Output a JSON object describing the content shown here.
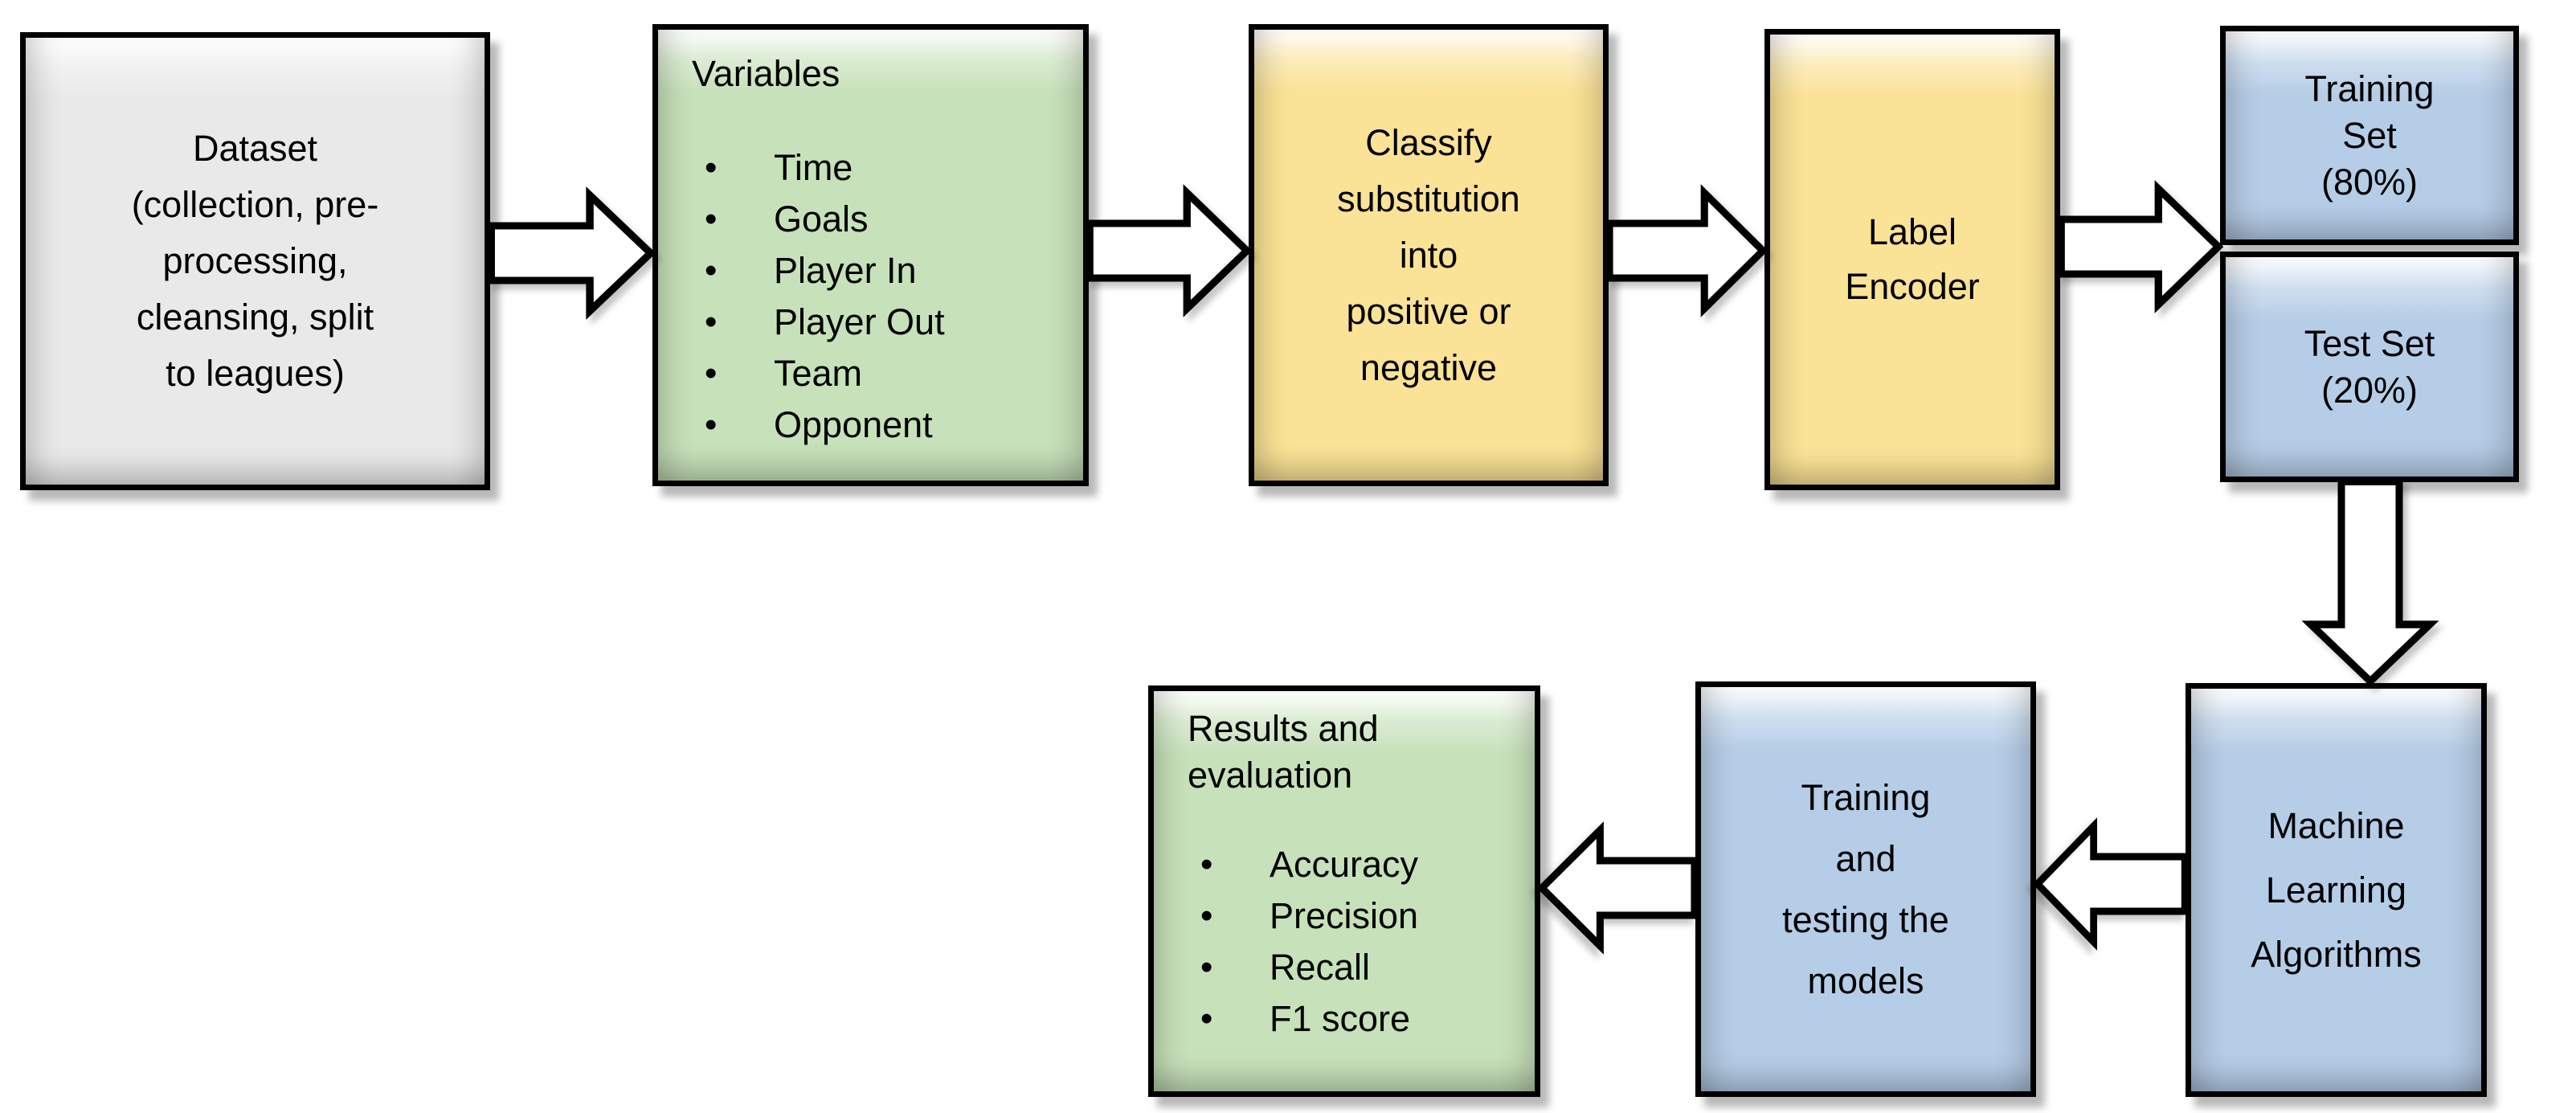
{
  "palette": {
    "box_border": "#000000",
    "gray_fill": "#e9e9e9",
    "green_fill": "#c7e1ba",
    "yellow_fill": "#fae296",
    "blue_fill": "#b6cde7",
    "arrow_fill": "#ffffff"
  },
  "boxes": {
    "dataset": {
      "text": "Dataset\n(collection, pre-\nprocessing,\ncleansing, split\nto leagues)"
    },
    "variables": {
      "title": "Variables",
      "items": [
        "Time",
        "Goals",
        "Player In",
        "Player Out",
        "Team",
        "Opponent"
      ]
    },
    "classify": {
      "text": "Classify\nsubstitution\ninto\npositive or\nnegative"
    },
    "label_encoder": {
      "text": "Label\nEncoder"
    },
    "training_set": {
      "text": "Training\nSet\n(80%)"
    },
    "test_set": {
      "text": "Test Set\n(20%)"
    },
    "ml_algorithms": {
      "text": "Machine\nLearning\nAlgorithms"
    },
    "training_testing": {
      "text": "Training\nand\ntesting the\nmodels"
    },
    "results": {
      "title": "Results and\nevaluation",
      "items": [
        "Accuracy",
        "Precision",
        "Recall",
        "F1 score"
      ]
    }
  }
}
